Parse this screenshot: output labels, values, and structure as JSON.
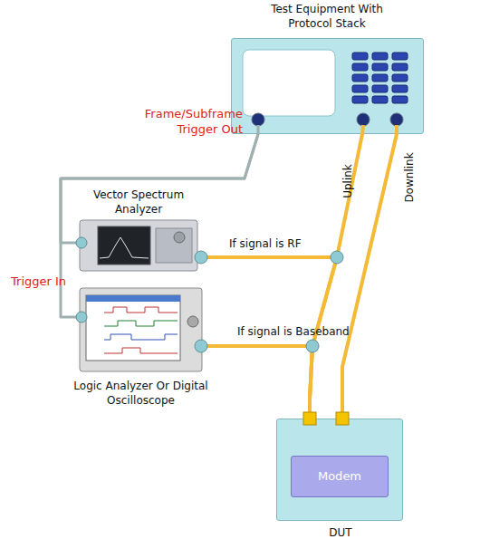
{
  "diagram": {
    "nodes": [
      {
        "text": [
          "Test Equipment With Protocol Stack"
        ]
      },
      {
        "text": [
          "Vector Spectrum Analyzer"
        ]
      },
      {
        "text": [
          "Logic Analyzer Or Digital Oscilloscope"
        ]
      },
      {
        "text": [
          "DUT"
        ]
      },
      {
        "text": [
          "Modem"
        ],
        "in": 3
      }
    ],
    "edges": [
      {
        "from": 0,
        "to": 1,
        "arrow": "none"
      },
      {
        "from": 0,
        "to": 2,
        "arrow": "none"
      },
      {
        "from": 3,
        "to": 0,
        "label": "Uplink",
        "arrow": "none"
      },
      {
        "from": 0,
        "to": 3,
        "label": "Downlink",
        "arrow": "none"
      },
      {
        "from": 1,
        "to": 3,
        "label": "If signal is RF",
        "arrow": "none"
      },
      {
        "from": 2,
        "to": 3,
        "label": "If signal is Baseband",
        "arrow": "none"
      }
    ],
    "labels": [
      "Frame/Subframe Trigger Out",
      "Trigger In"
    ]
  }
}
